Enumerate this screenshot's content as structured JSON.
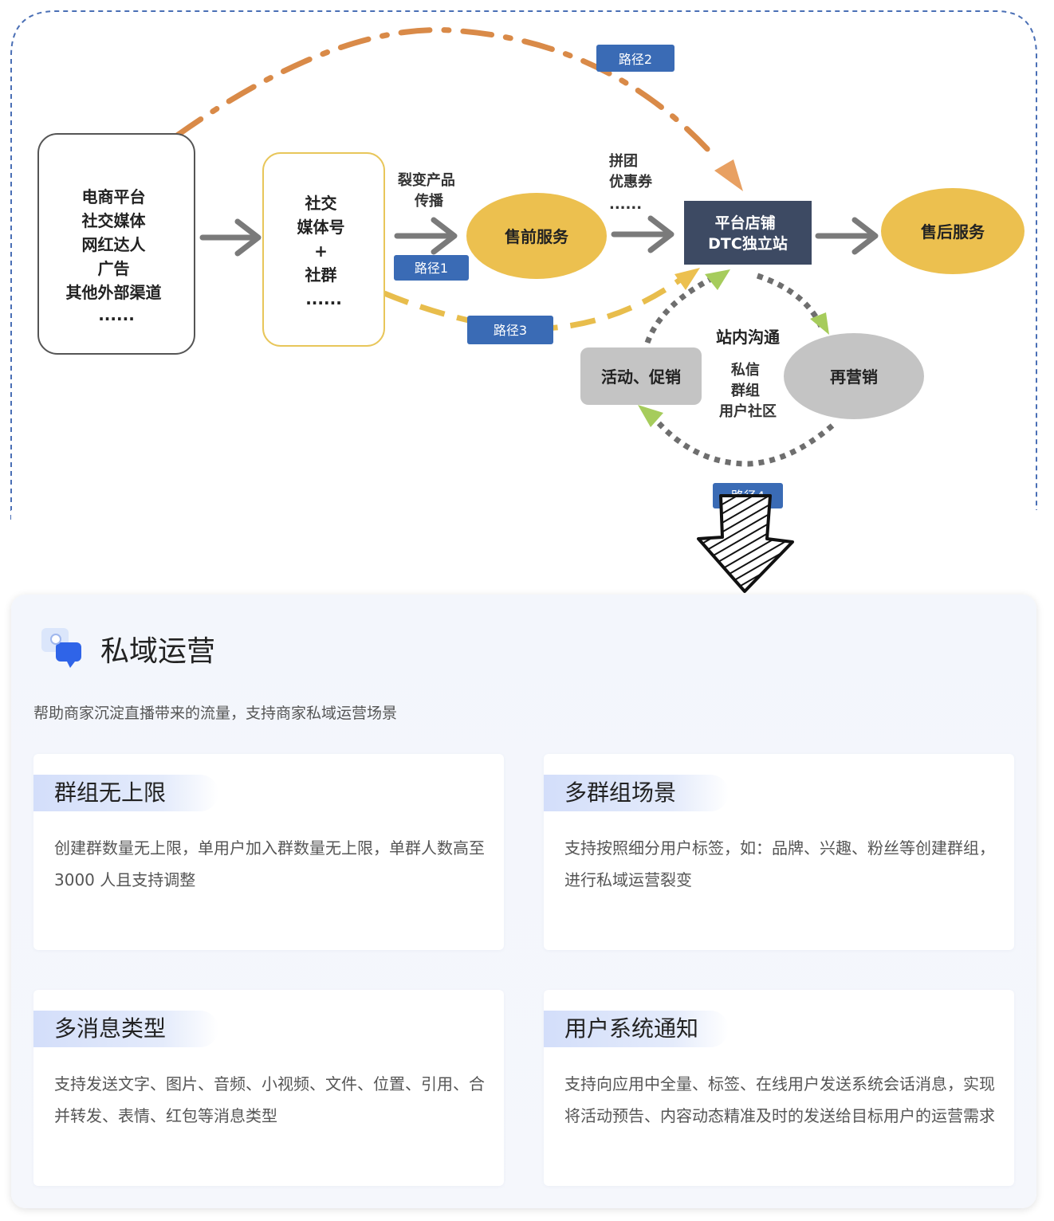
{
  "diagram": {
    "sources": [
      "电商平台",
      "社交媒体",
      "网红达人",
      "广告",
      "其他外部渠道",
      "......"
    ],
    "social": [
      "社交",
      "媒体号",
      "+",
      "社群",
      "......"
    ],
    "fission_label": [
      "裂变产品",
      "传播"
    ],
    "presale": "售前服务",
    "coupon_label": [
      "拼团",
      "优惠券",
      "......"
    ],
    "store": [
      "平台店铺",
      "DTC独立站"
    ],
    "aftersale": "售后服务",
    "paths": [
      "路径1",
      "路径2",
      "路径3",
      "路径4"
    ],
    "channel_title": "站内沟通",
    "channel_items": [
      "私信",
      "群组",
      "用户社区"
    ],
    "promo": "活动、促销",
    "remarketing": "再营销",
    "colors": {
      "path2": "#d98a48",
      "path3": "#e8bd4c",
      "path4": "#6e6e6e",
      "tag": "#3a6bb5",
      "store": "#3d4a63",
      "gold": "#ecc04f",
      "gray": "#c4c4c4",
      "green_arrow": "#a6cc5c",
      "orange_arrow": "#e8a062"
    }
  },
  "panel": {
    "icon": "chat-bubbles-icon",
    "title": "私域运营",
    "subtitle": "帮助商家沉淀直播带来的流量，支持商家私域运营场景",
    "cards": [
      {
        "title": "群组无上限",
        "body": "创建群数量无上限，单用户加入群数量无上限，单群人数高至 3000 人且支持调整"
      },
      {
        "title": "多群组场景",
        "body": "支持按照细分用户标签，如：品牌、兴趣、粉丝等创建群组，进行私域运营裂变"
      },
      {
        "title": "多消息类型",
        "body": "支持发送文字、图片、音频、小视频、文件、位置、引用、合并转发、表情、红包等消息类型"
      },
      {
        "title": "用户系统通知",
        "body": "支持向应用中全量、标签、在线用户发送系统会话消息，实现将活动预告、内容动态精准及时的发送给目标用户的运营需求"
      }
    ]
  }
}
